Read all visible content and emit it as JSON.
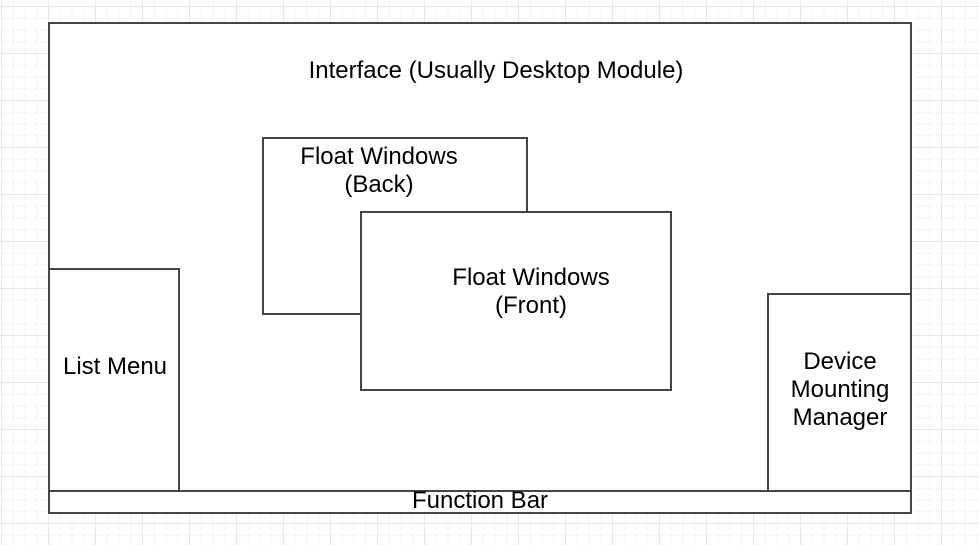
{
  "theme": {
    "canvas_bg": "#ffffff",
    "grid_minor": "#f5f5f5",
    "grid_major": "#e8e8e8",
    "shape_border": "#454545",
    "shape_fill": "#ffffff",
    "text_color": "#000000"
  },
  "diagram": {
    "interface": {
      "label": "Interface (Usually Desktop Module)"
    },
    "float_window_back": {
      "label": "Float Windows\n(Back)"
    },
    "float_window_front": {
      "label": "Float Windows\n(Front)"
    },
    "list_menu": {
      "label": "List Menu"
    },
    "device_mounting_manager": {
      "label": "Device\nMounting\nManager"
    },
    "function_bar": {
      "label": "Function Bar"
    }
  }
}
